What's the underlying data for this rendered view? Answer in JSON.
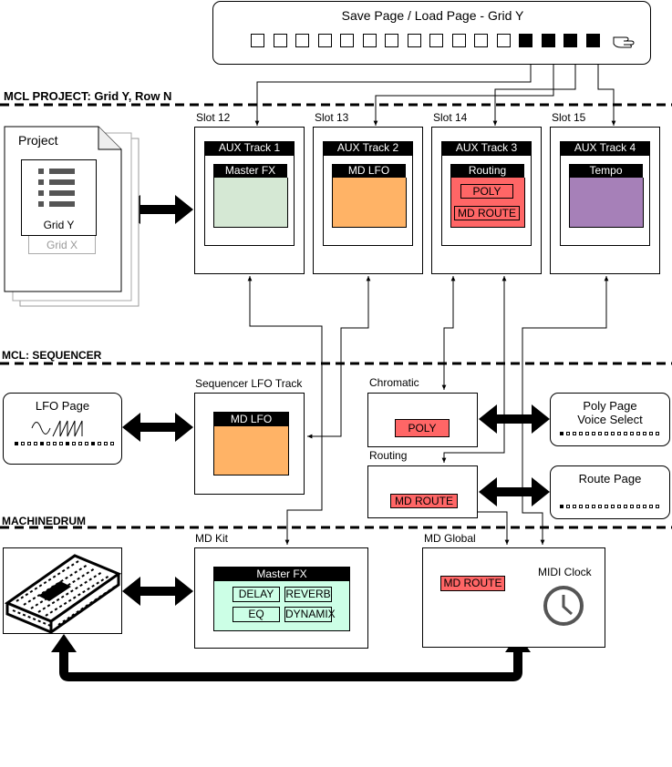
{
  "top_bar": {
    "title": "Save Page / Load Page - Grid Y",
    "slots": [
      {
        "filled": false
      },
      {
        "filled": false
      },
      {
        "filled": false
      },
      {
        "filled": false
      },
      {
        "filled": false
      },
      {
        "filled": false
      },
      {
        "filled": false
      },
      {
        "filled": false
      },
      {
        "filled": false
      },
      {
        "filled": false
      },
      {
        "filled": false
      },
      {
        "filled": false
      },
      {
        "filled": true
      },
      {
        "filled": true
      },
      {
        "filled": true
      },
      {
        "filled": true
      }
    ],
    "icon": "pointing-hand-icon"
  },
  "sections": {
    "project": "MCL PROJECT: Grid Y, Row N",
    "sequencer": "MCL: SEQUENCER",
    "machinedrum": "MACHINEDRUM"
  },
  "project_doc": {
    "title": "Project",
    "grid_y": "Grid Y",
    "grid_x": "Grid X"
  },
  "slots": [
    {
      "slot_label": "Slot 12",
      "track": "AUX Track 1",
      "module": "Master FX",
      "color": "#d5e8d4",
      "tags": []
    },
    {
      "slot_label": "Slot 13",
      "track": "AUX Track 2",
      "module": "MD LFO",
      "color": "#ffb366",
      "tags": []
    },
    {
      "slot_label": "Slot 14",
      "track": "AUX Track 3",
      "module": "Routing",
      "color": "#ff6666",
      "tags": [
        "POLY",
        "MD ROUTE"
      ]
    },
    {
      "slot_label": "Slot 15",
      "track": "AUX Track 4",
      "module": "Tempo",
      "color": "#a680b8",
      "tags": []
    }
  ],
  "sequencer": {
    "lfo_page": {
      "title": "LFO Page"
    },
    "lfo_track": {
      "label": "Sequencer LFO Track",
      "module": "MD LFO",
      "color": "#ffb366"
    },
    "chromatic": {
      "label": "Chromatic",
      "tag": "POLY"
    },
    "routing": {
      "label": "Routing",
      "tag": "MD ROUTE"
    },
    "poly_page": {
      "line1": "Poly Page",
      "line2": "Voice Select"
    },
    "route_page": {
      "title": "Route Page"
    }
  },
  "machinedrum": {
    "md_kit": {
      "label": "MD Kit",
      "module": "Master FX",
      "color": "#ccffe6",
      "effects": [
        "DELAY",
        "REVERB",
        "EQ",
        "DYNAMIX"
      ]
    },
    "md_global": {
      "label": "MD Global",
      "route_tag": "MD ROUTE",
      "clock_label": "MIDI Clock"
    }
  },
  "colors": {
    "tag_red": "#ff6666",
    "accent_black": "#000000"
  }
}
